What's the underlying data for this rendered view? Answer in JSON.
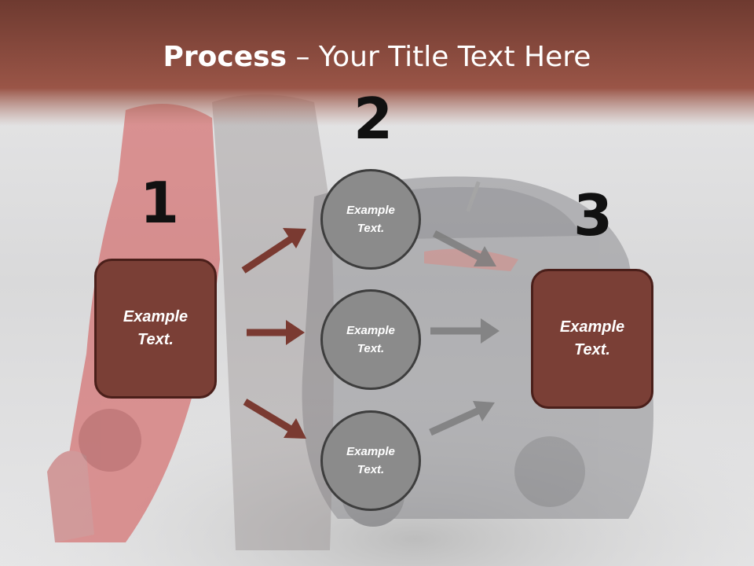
{
  "title": {
    "bold": "Process",
    "rest": " – Your Title Text Here"
  },
  "steps": [
    {
      "number": "1",
      "label": "Example Text."
    },
    {
      "number": "2",
      "labels": [
        "Example Text.",
        "Example Text.",
        "Example Text."
      ]
    },
    {
      "number": "3",
      "label": "Example Text."
    }
  ],
  "colors": {
    "header": "#8c4b3f",
    "box_fill": "#7a3f36",
    "box_border": "#4a1f1a",
    "circle_fill": "#8b8b8b",
    "red_arrow": "#7a3a31",
    "gray_arrow": "#7d7d7d"
  }
}
